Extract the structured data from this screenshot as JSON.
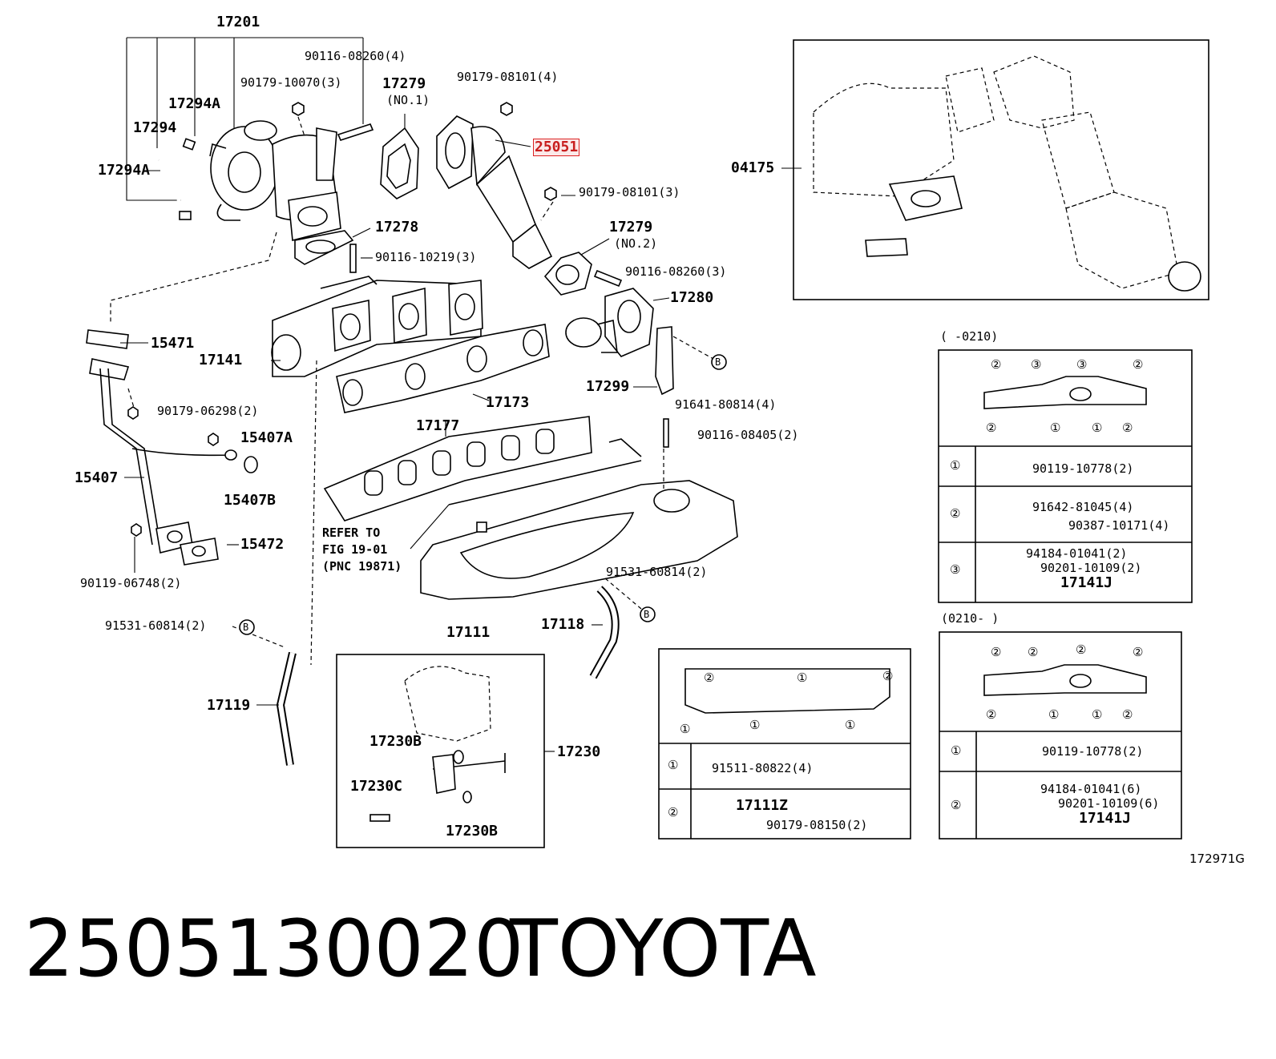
{
  "footer": {
    "part_number": "2505130020",
    "brand": "TOYOTA"
  },
  "figure_code": "172971G",
  "highlighted_part": "25051",
  "labels": {
    "p17201": "17201",
    "p90116_08260_4": "90116-08260(4)",
    "p90179_10070_3": "90179-10070(3)",
    "p17294A_top": "17294A",
    "p17294": "17294",
    "p17294A_left": "17294A",
    "p17279_no1": "17279",
    "no1": "(NO.1)",
    "p90179_08101_4": "90179-08101(4)",
    "p25051": "25051",
    "p90179_08101_3": "90179-08101(3)",
    "p17278": "17278",
    "p90116_10219_3": "90116-10219(3)",
    "p17279_no2": "17279",
    "no2": "(NO.2)",
    "p90116_08260_3": "90116-08260(3)",
    "p17280": "17280",
    "p04175": "04175",
    "p15471": "15471",
    "p17141": "17141",
    "p17299": "17299",
    "p91641_80814_4": "91641-80814(4)",
    "p17173": "17173",
    "p90179_06298_2": "90179-06298(2)",
    "p15407A": "15407A",
    "p17177": "17177",
    "p90116_08405_2": "90116-08405(2)",
    "p15407": "15407",
    "p15407B": "15407B",
    "refer1": "REFER TO",
    "refer2": "FIG 19-01",
    "refer3": "(PNC 19871)",
    "p15472": "15472",
    "p90119_06748_2": "90119-06748(2)",
    "p91531_60814_2_r": "91531-60814(2)",
    "p17111": "17111",
    "p17118": "17118",
    "p91531_60814_2_l": "91531-60814(2)",
    "p17119": "17119",
    "p17230B_top": "17230B",
    "p17230": "17230",
    "p17230C": "17230C",
    "p17230B_bot": "17230B",
    "b_marker": "B"
  },
  "table_a": {
    "header": "(      -0210)",
    "row1_key": "①",
    "row1_part": "90119-10778(2)",
    "row2_key": "②",
    "row2_part_a": "91642-81045(4)",
    "row2_part_b": "90387-10171(4)",
    "row3_key": "③",
    "row3_part_a": "94184-01041(2)",
    "row3_part_b": "90201-10109(2)",
    "row3_part_c": "17141J"
  },
  "table_b": {
    "header": "(0210-      )",
    "row1_key": "①",
    "row1_part": "90119-10778(2)",
    "row2_key": "②",
    "row2_part_a": "94184-01041(6)",
    "row2_part_b": "90201-10109(6)",
    "row2_part_c": "17141J"
  },
  "table_c": {
    "row1_key": "①",
    "row1_part": "91511-80822(4)",
    "row2_key": "②",
    "row2_part_a": "17111Z",
    "row2_part_b": "90179-08150(2)"
  },
  "circle_numbers": {
    "one": "①",
    "two": "②",
    "three": "③"
  }
}
